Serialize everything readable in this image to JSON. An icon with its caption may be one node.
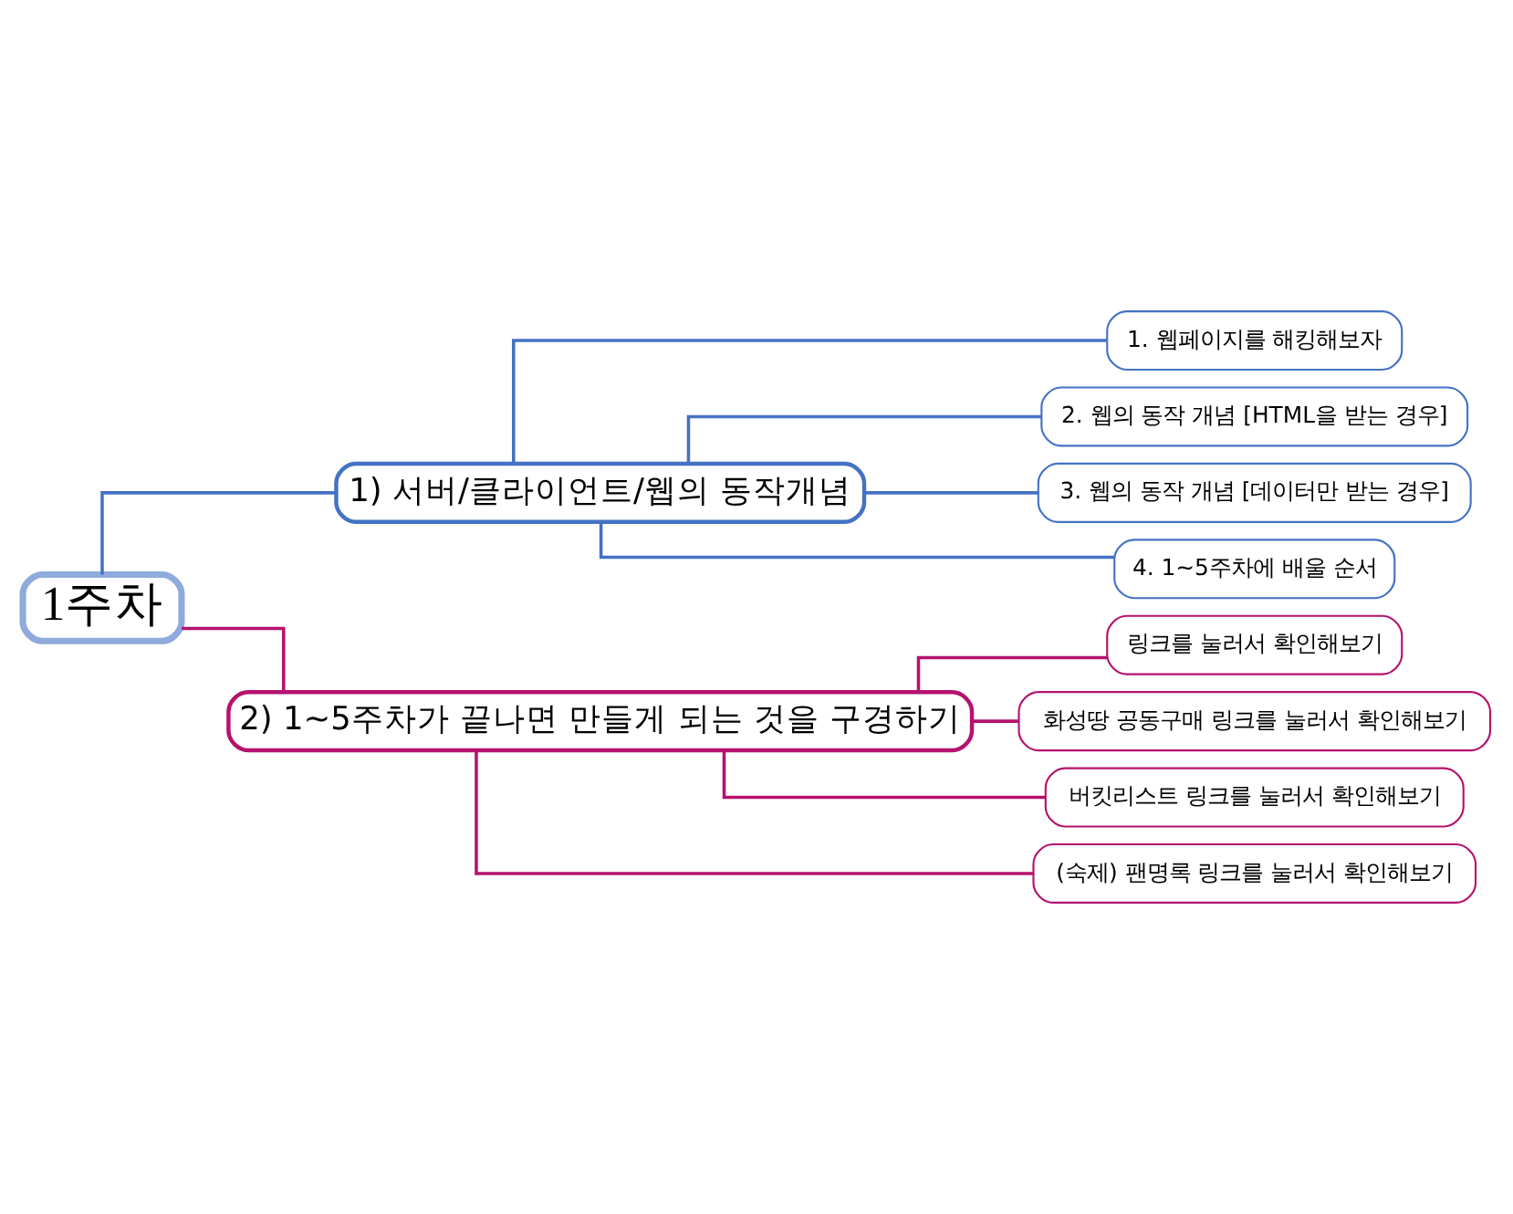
{
  "diagram": {
    "nodes": [
      {
        "text": [
          "1주차"
        ]
      },
      {
        "text": [
          "1) 서버/클라이언트/웹의 동작개념"
        ]
      },
      {
        "text": [
          "1. 웹페이지를 해킹해보자"
        ]
      },
      {
        "text": [
          "2. 웹의 동작 개념 [HTML을 받는 경우]"
        ]
      },
      {
        "text": [
          "3. 웹의 동작 개념 [데이터만 받는 경우]"
        ]
      },
      {
        "text": [
          "4. 1~5주차에 배울 순서"
        ]
      },
      {
        "text": [
          "2) 1~5주차가 끝나면 만들게 되는 것을 구경하기"
        ]
      },
      {
        "text": [
          "링크를 눌러서 확인해보기"
        ]
      },
      {
        "text": [
          "화성땅 공동구매 링크를 눌러서 확인해보기"
        ]
      },
      {
        "text": [
          "버킷리스트 링크를 눌러서 확인해보기"
        ]
      },
      {
        "text": [
          "(숙제) 팬명록 링크를 눌러서 확인해보기"
        ]
      }
    ],
    "edges": [
      {
        "from": 0,
        "to": 1,
        "arrow": "none",
        "color": "#4472c4"
      },
      {
        "from": 1,
        "to": 2,
        "arrow": "none",
        "color": "#4472c4"
      },
      {
        "from": 1,
        "to": 3,
        "arrow": "none",
        "color": "#4472c4"
      },
      {
        "from": 1,
        "to": 4,
        "arrow": "none",
        "color": "#4472c4"
      },
      {
        "from": 1,
        "to": 5,
        "arrow": "none",
        "color": "#4472c4"
      },
      {
        "from": 0,
        "to": 6,
        "arrow": "none",
        "color": "#b5126e"
      },
      {
        "from": 6,
        "to": 7,
        "arrow": "none",
        "color": "#b5126e"
      },
      {
        "from": 6,
        "to": 8,
        "arrow": "none",
        "color": "#b5126e"
      },
      {
        "from": 6,
        "to": 9,
        "arrow": "none",
        "color": "#b5126e"
      },
      {
        "from": 6,
        "to": 10,
        "arrow": "none",
        "color": "#b5126e"
      }
    ]
  }
}
